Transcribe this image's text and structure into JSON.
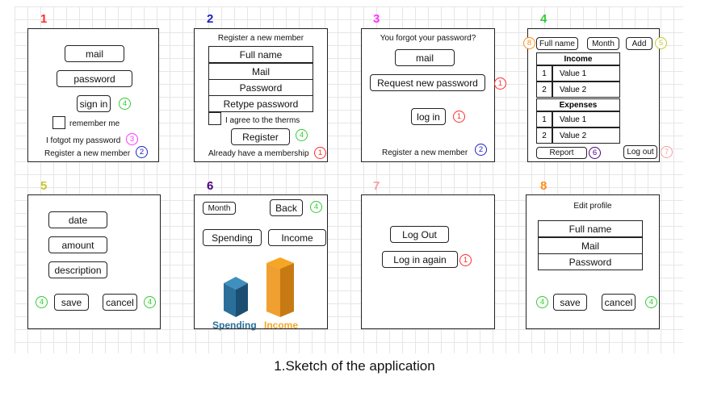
{
  "caption": "1.Sketch of the application",
  "colors": {
    "s1": "#ff2b2b",
    "s2": "#2020c8",
    "s3": "#ff33ff",
    "s4": "#33cc33",
    "s5": "#c8c832",
    "s6": "#4b0082",
    "s7": "#f4a0a0",
    "s8": "#ff8c1a"
  },
  "screens": {
    "s1": {
      "num": "1",
      "mail": "mail",
      "password": "password",
      "signin": "sign in",
      "remember": "remember me",
      "forgot": "I fotgot my password",
      "register": "Register a new member",
      "c_signin": "4",
      "c_forgot": "3",
      "c_register": "2"
    },
    "s2": {
      "num": "2",
      "title": "Register a new member",
      "fullname": "Full name",
      "mail": "Mail",
      "password": "Password",
      "retype": "Retype password",
      "agree": "I agree to the therms",
      "register": "Register",
      "already": "Already have a membership",
      "c_register": "4",
      "c_already": "1"
    },
    "s3": {
      "num": "3",
      "title": "You forgot your password?",
      "mail": "mail",
      "request": "Request new password",
      "login": "log in",
      "register": "Register a new member",
      "c_request": "1",
      "c_login": "1",
      "c_register": "2"
    },
    "s4": {
      "num": "4",
      "fullname": "Full name",
      "month": "Month",
      "add": "Add",
      "income": "Income",
      "expenses": "Expenses",
      "income_rows": [
        {
          "n": "1",
          "v": "Value 1"
        },
        {
          "n": "2",
          "v": "Value 2"
        }
      ],
      "expense_rows": [
        {
          "n": "1",
          "v": "Value 1"
        },
        {
          "n": "2",
          "v": "Value 2"
        }
      ],
      "report": "Report",
      "logout": "Log out",
      "c_fullname": "8",
      "c_add": "5",
      "c_report": "6",
      "c_logout": "7"
    },
    "s5": {
      "num": "5",
      "date": "date",
      "amount": "amount",
      "description": "description",
      "save": "save",
      "cancel": "cancel",
      "c_save": "4",
      "c_cancel": "4"
    },
    "s6": {
      "num": "6",
      "month": "Month",
      "back": "Back",
      "spending": "Spending",
      "income": "Income",
      "chart_spending": "Spending",
      "chart_income": "Income",
      "c_back": "4"
    },
    "s7": {
      "num": "7",
      "logout": "Log Out",
      "login_again": "Log in again",
      "c_login_again": "1"
    },
    "s8": {
      "num": "8",
      "title": "Edit profile",
      "fullname": "Full name",
      "mail": "Mail",
      "password": "Password",
      "save": "save",
      "cancel": "cancel",
      "c_save": "4",
      "c_cancel": "4"
    }
  }
}
